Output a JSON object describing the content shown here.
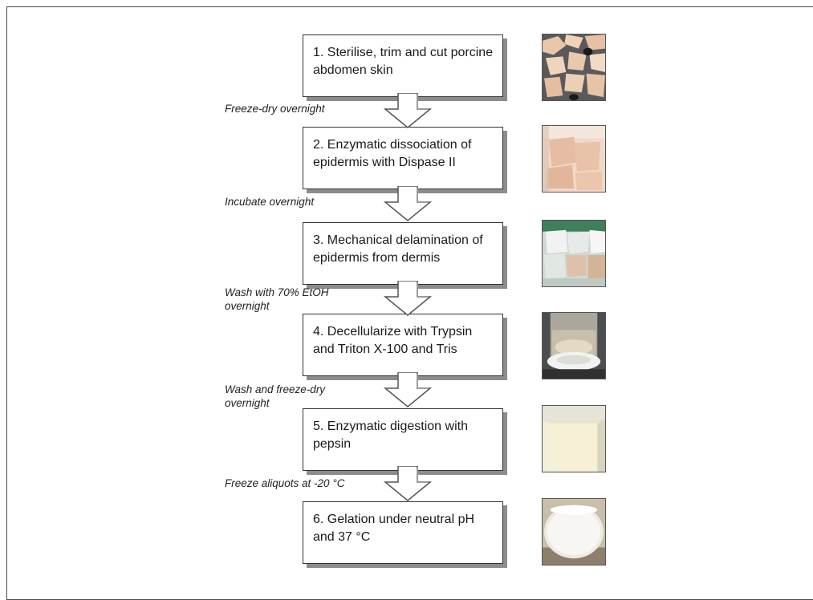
{
  "steps": [
    {
      "text": "1. Sterilise, trim and cut porcine abdomen skin"
    },
    {
      "text": "2. Enzymatic dissociation of epidermis with Dispase II"
    },
    {
      "text": "3. Mechanical delamination of epidermis from dermis"
    },
    {
      "text": "4. Decellularize with Trypsin and Triton X-100 and Tris"
    },
    {
      "text": "5. Enzymatic digestion with pepsin"
    },
    {
      "text": "6. Gelation under neutral pH and 37 °C"
    }
  ],
  "transitions": [
    {
      "text": "Freeze-dry overnight"
    },
    {
      "text": "Incubate overnight"
    },
    {
      "text": "Wash with 70% EtOH overnight"
    },
    {
      "text": "Wash and freeze-dry overnight"
    },
    {
      "text": "Freeze aliquots at -20  °C"
    }
  ],
  "colors": {
    "box_border": "#333333",
    "box_shadow": "#8c8c8c",
    "arrow_fill": "#ffffff",
    "arrow_stroke": "#555555"
  },
  "photos": [
    {
      "icon": "cut-skin-pieces-photo"
    },
    {
      "icon": "skin-in-dispase-photo"
    },
    {
      "icon": "delaminated-skin-photo"
    },
    {
      "icon": "beaker-stirring-photo"
    },
    {
      "icon": "digest-bottle-photo"
    },
    {
      "icon": "hydrogel-photo"
    }
  ]
}
